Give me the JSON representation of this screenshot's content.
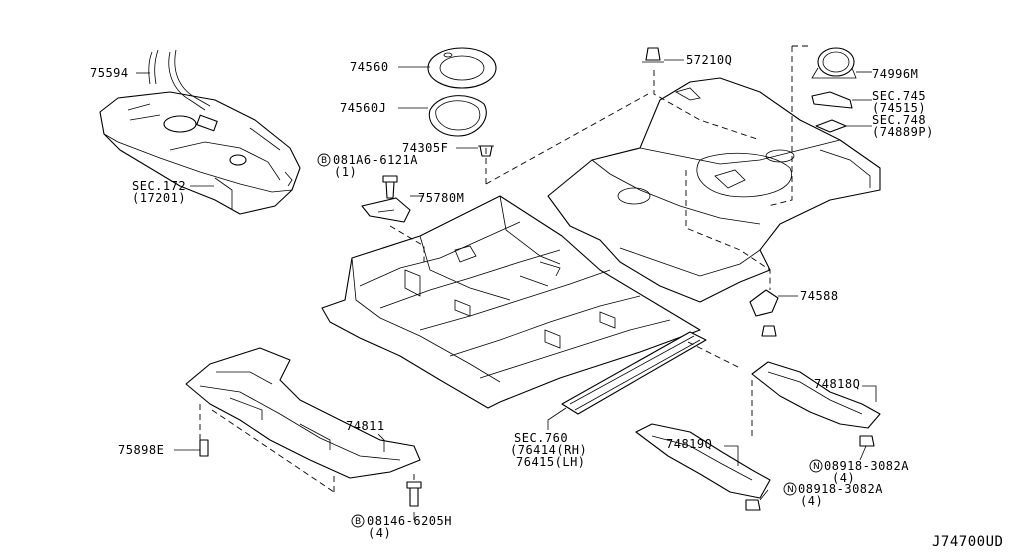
{
  "diagram": {
    "code": "J74700UD",
    "labels": {
      "l75594": "75594",
      "l74560": "74560",
      "l74560J": "74560J",
      "l74305F": "74305F",
      "l57210Q": "57210Q",
      "l74996M": "74996M",
      "lsec745": "SEC.745",
      "l74515": "(74515)",
      "lsec748": "SEC.748",
      "l74889P": "(74889P)",
      "lbolt1": "081A6-6121A",
      "lbolt1q": "(1)",
      "l75780M": "75780M",
      "lsec172": "SEC.172",
      "l17201": "(17201)",
      "l74588": "74588",
      "l74818Q": "74818Q",
      "lnut1": "08918-3082A",
      "lnut1q": "(4)",
      "l74819Q": "74819Q",
      "lnut2": "08918-3082A",
      "lnut2q": "(4)",
      "lsec760": "SEC.760",
      "l76414": "(76414(RH)",
      "l76415": "76415(LH)",
      "l74811": "74811",
      "l75898E": "75898E",
      "lbolt2": "08146-6205H",
      "lbolt2q": "(4)",
      "circleB": "B",
      "circleN": "N"
    }
  }
}
